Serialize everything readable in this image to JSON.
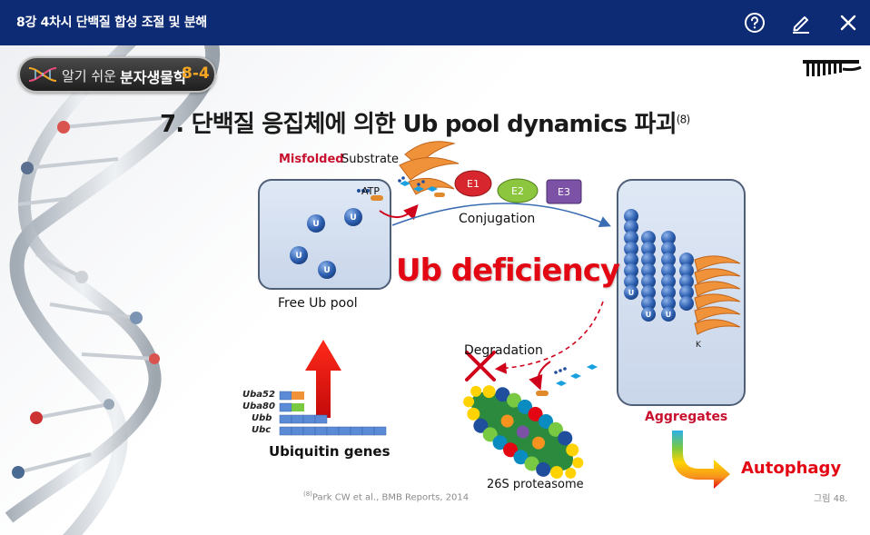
{
  "header": {
    "title": "8강 4차시 단백질 합성 조절 및 분해",
    "help_icon": "help-circle-icon",
    "edit_icon": "pencil-icon",
    "close_icon": "close-icon",
    "bg_color": "#0d2b74"
  },
  "slide": {
    "course_badge": {
      "part1": "알기 쉬운",
      "part2": "분자생물학",
      "part3": "8-4"
    },
    "title": "7. 단백질 응집체에 의한 Ub pool dynamics 파괴",
    "title_ref": "(8)",
    "misfolded_label": "Misfolded",
    "substrate_label": "Substrate",
    "atp_label": "ATP",
    "enzymes": [
      "E1",
      "E2",
      "E3"
    ],
    "conjugation_label": "Conjugation",
    "ubiquitin_label": "U",
    "free_pool_label": "Free Ub pool",
    "ub_deficiency_label": "Ub deficiency",
    "degradation_label": "Degradation",
    "aggregates_label": "Aggregates",
    "lysine_label": "K",
    "autophagy_label": "Autophagy",
    "proteasome_label": "26S proteasome",
    "genes": [
      "Uba52",
      "Uba80",
      "Ubb",
      "Ubc"
    ],
    "genes_label": "Ubiquitin genes",
    "citation_ref": "(8)",
    "citation": "Park CW et al., BMB Reports, 2014",
    "figure_no": "그림 48.",
    "accent_red": "#e30613"
  }
}
